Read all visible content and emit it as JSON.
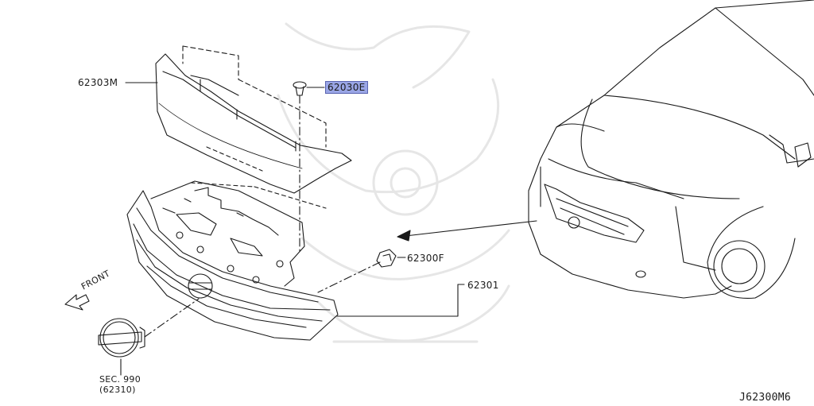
{
  "labels": {
    "upper_cover": "62303M",
    "clip": "62030E",
    "bracket": "62300F",
    "grille": "62301",
    "front": "FRONT",
    "sec_title": "SEC. 990",
    "sec_ref": "(62310)",
    "diagram_code": "J62300M6"
  },
  "colors": {
    "line": "#1a1a1a",
    "highlight": "#9aa6e6",
    "watermark": "#e6e6e6"
  }
}
